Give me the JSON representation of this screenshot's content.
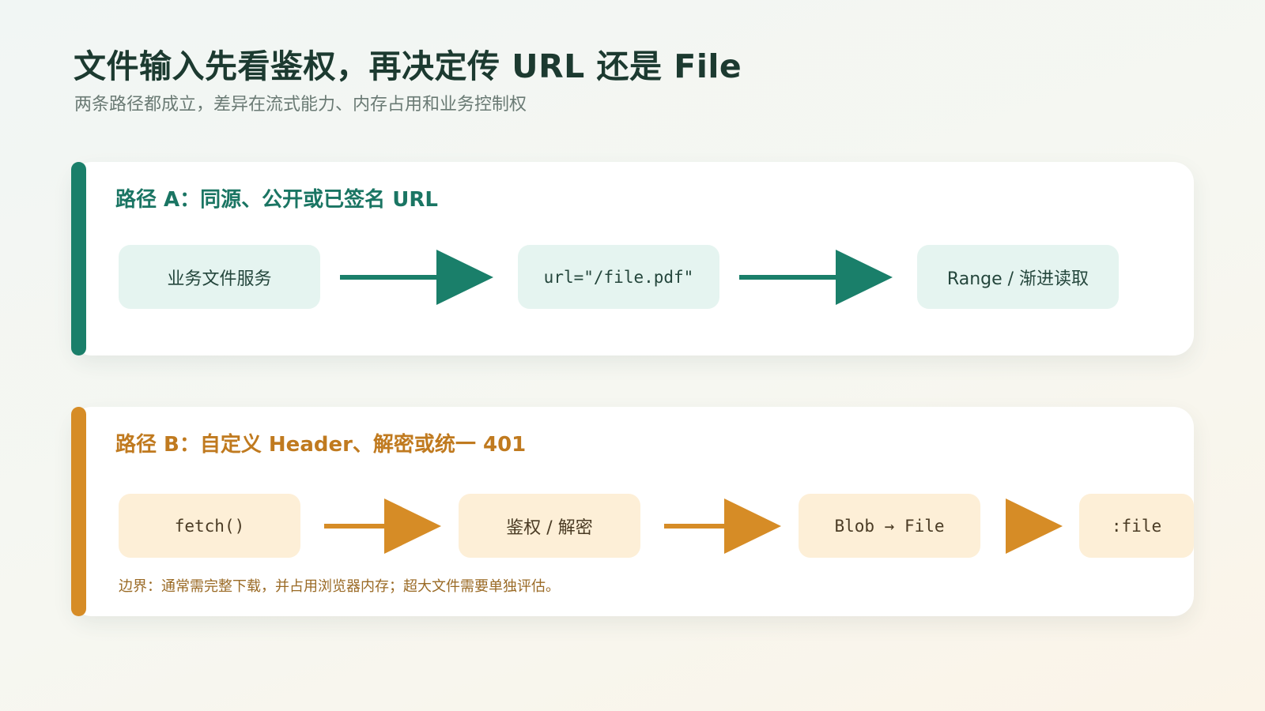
{
  "page": {
    "title": "文件输入先看鉴权，再决定传 URL 还是 File",
    "subtitle": "两条路径都成立，差异在流式能力、内存占用和业务控制权"
  },
  "path_a": {
    "title": "路径 A：同源、公开或已签名 URL",
    "accent_color": "#1a7f6a",
    "nodes": [
      "业务文件服务",
      "url=\"/file.pdf\"",
      "Range / 渐进读取"
    ]
  },
  "path_b": {
    "title": "路径 B：自定义 Header、解密或统一 401",
    "accent_color": "#d68c26",
    "nodes": [
      "fetch()",
      "鉴权 / 解密",
      "Blob → File",
      ":file"
    ],
    "note": "边界：通常需完整下载，并占用浏览器内存；超大文件需要单独评估。"
  }
}
